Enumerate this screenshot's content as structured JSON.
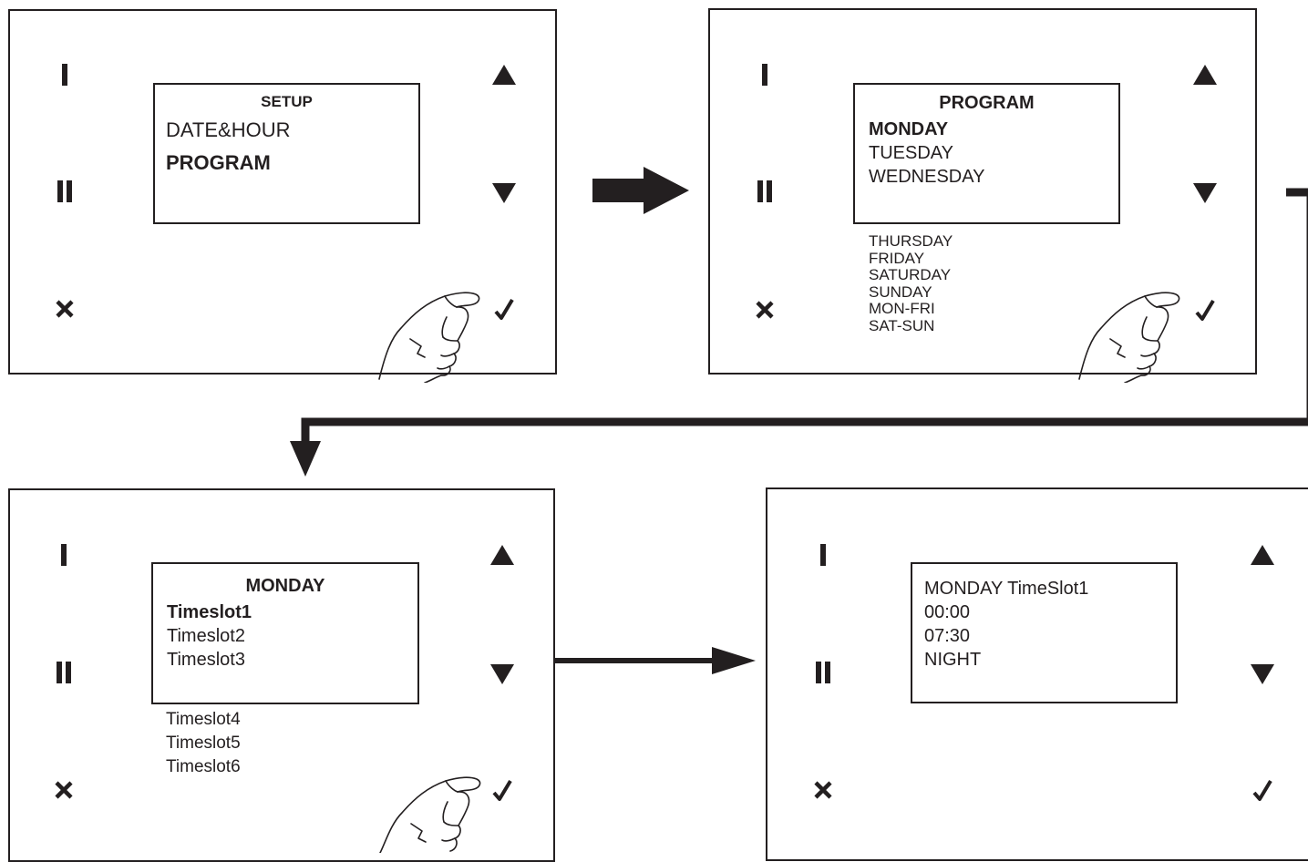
{
  "panel1": {
    "screen_title": "SETUP",
    "items": [
      "DATE&HOUR",
      "PROGRAM"
    ]
  },
  "panel2": {
    "screen_title": "PROGRAM",
    "items": [
      "MONDAY",
      "TUESDAY",
      "WEDNESDAY"
    ],
    "overflow_items": [
      "THURSDAY",
      "FRIDAY",
      "SATURDAY",
      "SUNDAY",
      "MON-FRI",
      "SAT-SUN"
    ]
  },
  "panel3": {
    "screen_title": "MONDAY",
    "items": [
      "Timeslot1",
      "Timeslot2",
      "Timeslot3"
    ],
    "overflow_items": [
      "Timeslot4",
      "Timeslot5",
      "Timeslot6"
    ]
  },
  "panel4": {
    "lines": [
      "MONDAY TimeSlot1",
      "00:00",
      "07:30",
      "NIGHT"
    ]
  },
  "buttons": {
    "one": "I",
    "two": "II",
    "cancel": "✕",
    "confirm": "✓",
    "up": "▲",
    "down": "▼"
  },
  "icons": [
    "up-arrow-icon",
    "down-arrow-icon",
    "cancel-icon",
    "confirm-check-icon",
    "hand-pointer-icon",
    "flow-arrow-icon"
  ],
  "colors": {
    "line": "#231f20",
    "background": "#ffffff"
  }
}
